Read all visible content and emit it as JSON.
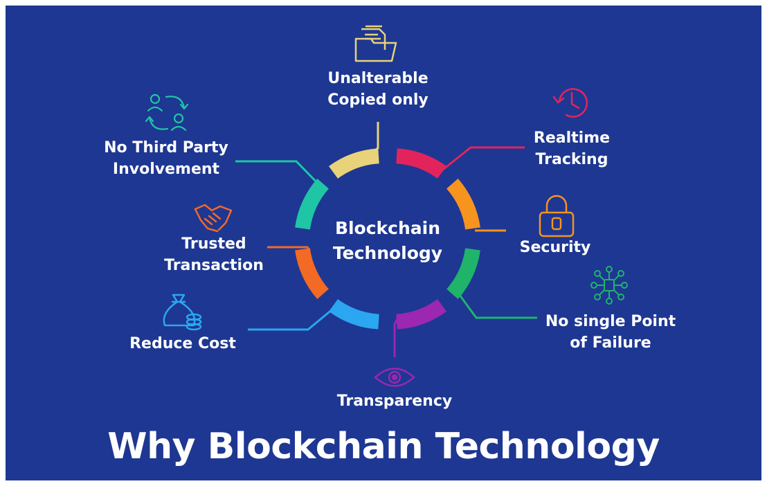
{
  "title": "Why Blockchain Technology",
  "center": {
    "line1": "Blockchain",
    "line2": "Technology"
  },
  "features": [
    {
      "line1": "Unalterable",
      "line2": "Copied only",
      "icon": "folder-icon",
      "color": "#e8d37a"
    },
    {
      "line1": "Realtime",
      "line2": "Tracking",
      "icon": "clock-icon",
      "color": "#e3245c"
    },
    {
      "line1": "Security",
      "line2": "",
      "icon": "padlock-icon",
      "color": "#f7941d"
    },
    {
      "line1": "No single Point",
      "line2": "of Failure",
      "icon": "network-icon",
      "color": "#1fb46a"
    },
    {
      "line1": "Transparency",
      "line2": "",
      "icon": "eye-icon",
      "color": "#9c27b0"
    },
    {
      "line1": "Reduce Cost",
      "line2": "",
      "icon": "money-bag-icon",
      "color": "#2aa7f0"
    },
    {
      "line1": "Trusted",
      "line2": "Transaction",
      "icon": "handshake-icon",
      "color": "#f26a24"
    },
    {
      "line1": "No Third Party",
      "line2": "Involvement",
      "icon": "people-exchange-icon",
      "color": "#1fc6a6"
    }
  ]
}
